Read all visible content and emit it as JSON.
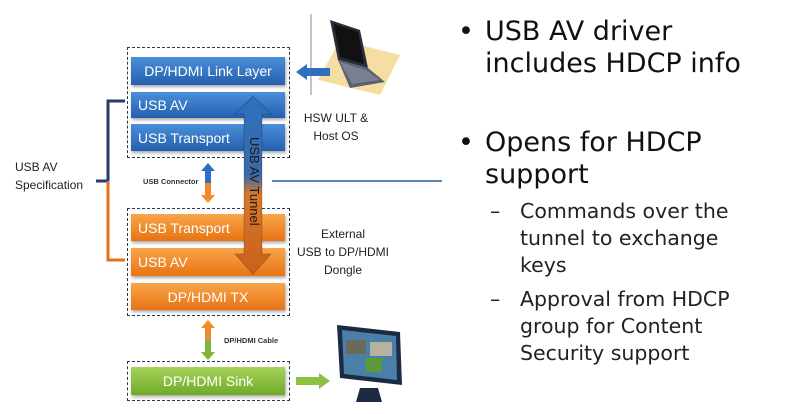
{
  "diagram": {
    "host_stack": {
      "blocks": [
        "DP/HDMI Link Layer",
        "USB AV",
        "USB Transport"
      ],
      "label_lines": [
        "HSW ULT &",
        "Host OS"
      ]
    },
    "dongle_stack": {
      "blocks": [
        "USB Transport",
        "USB AV",
        "DP/HDMI TX"
      ],
      "label_lines": [
        "External",
        "USB to DP/HDMI",
        "Dongle"
      ]
    },
    "sink": {
      "block": "DP/HDMI Sink"
    },
    "tunnel_label": "USB AV Tunnel",
    "usb_connector_label": "USB Connector",
    "cable_label": "DP/HDMI Cable",
    "spec_label_lines": [
      "USB AV",
      "Specification"
    ],
    "colors": {
      "blue": "#2f6fc0",
      "orange": "#f08a2a",
      "green": "#8cc142",
      "dark_blue": "#1f3e6e"
    }
  },
  "bullets": [
    {
      "lines": [
        "USB AV driver",
        "includes HDCP info"
      ],
      "sub": []
    },
    {
      "lines": [
        "Opens for HDCP",
        "support"
      ],
      "sub": [
        {
          "lines": [
            "Commands over the",
            "tunnel to exchange",
            "keys"
          ]
        },
        {
          "lines": [
            "Approval from HDCP",
            "group for Content",
            "Security support"
          ]
        }
      ]
    }
  ]
}
